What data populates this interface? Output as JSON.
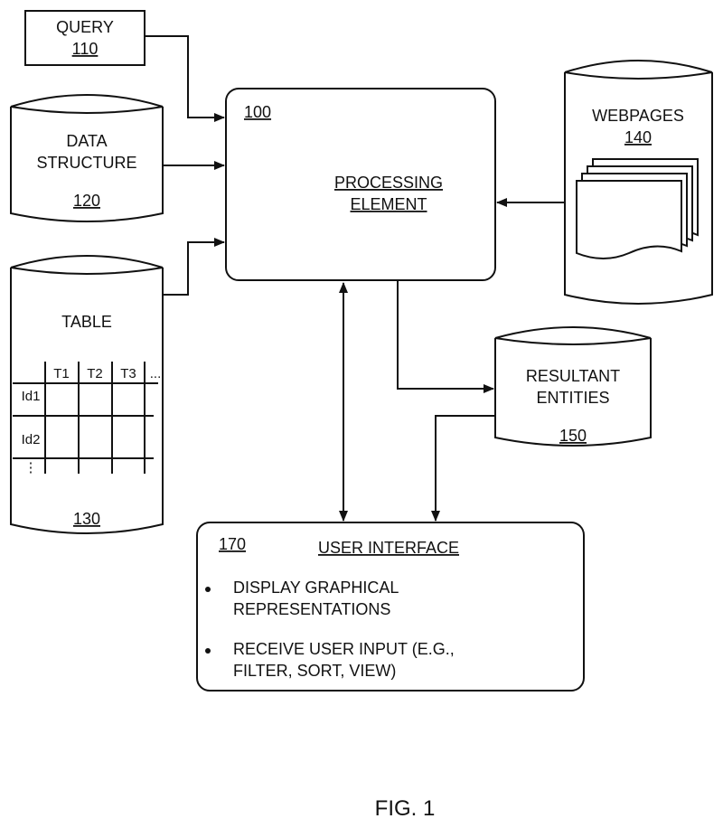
{
  "query": {
    "label": "QUERY",
    "ref": "110"
  },
  "data_structure": {
    "line1": "DATA",
    "line2": "STRUCTURE",
    "ref": "120"
  },
  "table": {
    "label": "TABLE",
    "ref": "130",
    "col_headers": [
      "T1",
      "T2",
      "T3",
      "..."
    ],
    "row_headers": [
      "Id1",
      "Id2",
      "⋮"
    ]
  },
  "processing_element": {
    "ref": "100",
    "line1": "PROCESSING",
    "line2": "ELEMENT"
  },
  "webpages": {
    "label": "WEBPAGES",
    "ref": "140"
  },
  "resultant_entities": {
    "line1": "RESULTANT",
    "line2": "ENTITIES",
    "ref": "150"
  },
  "user_interface": {
    "ref": "170",
    "title": "USER INTERFACE",
    "bullets": [
      {
        "line1": "DISPLAY GRAPHICAL",
        "line2": "REPRESENTATIONS"
      },
      {
        "line1": "RECEIVE USER INPUT (E.G.,",
        "line2": "FILTER, SORT, VIEW)"
      }
    ]
  },
  "figure_label": "FIG. 1"
}
